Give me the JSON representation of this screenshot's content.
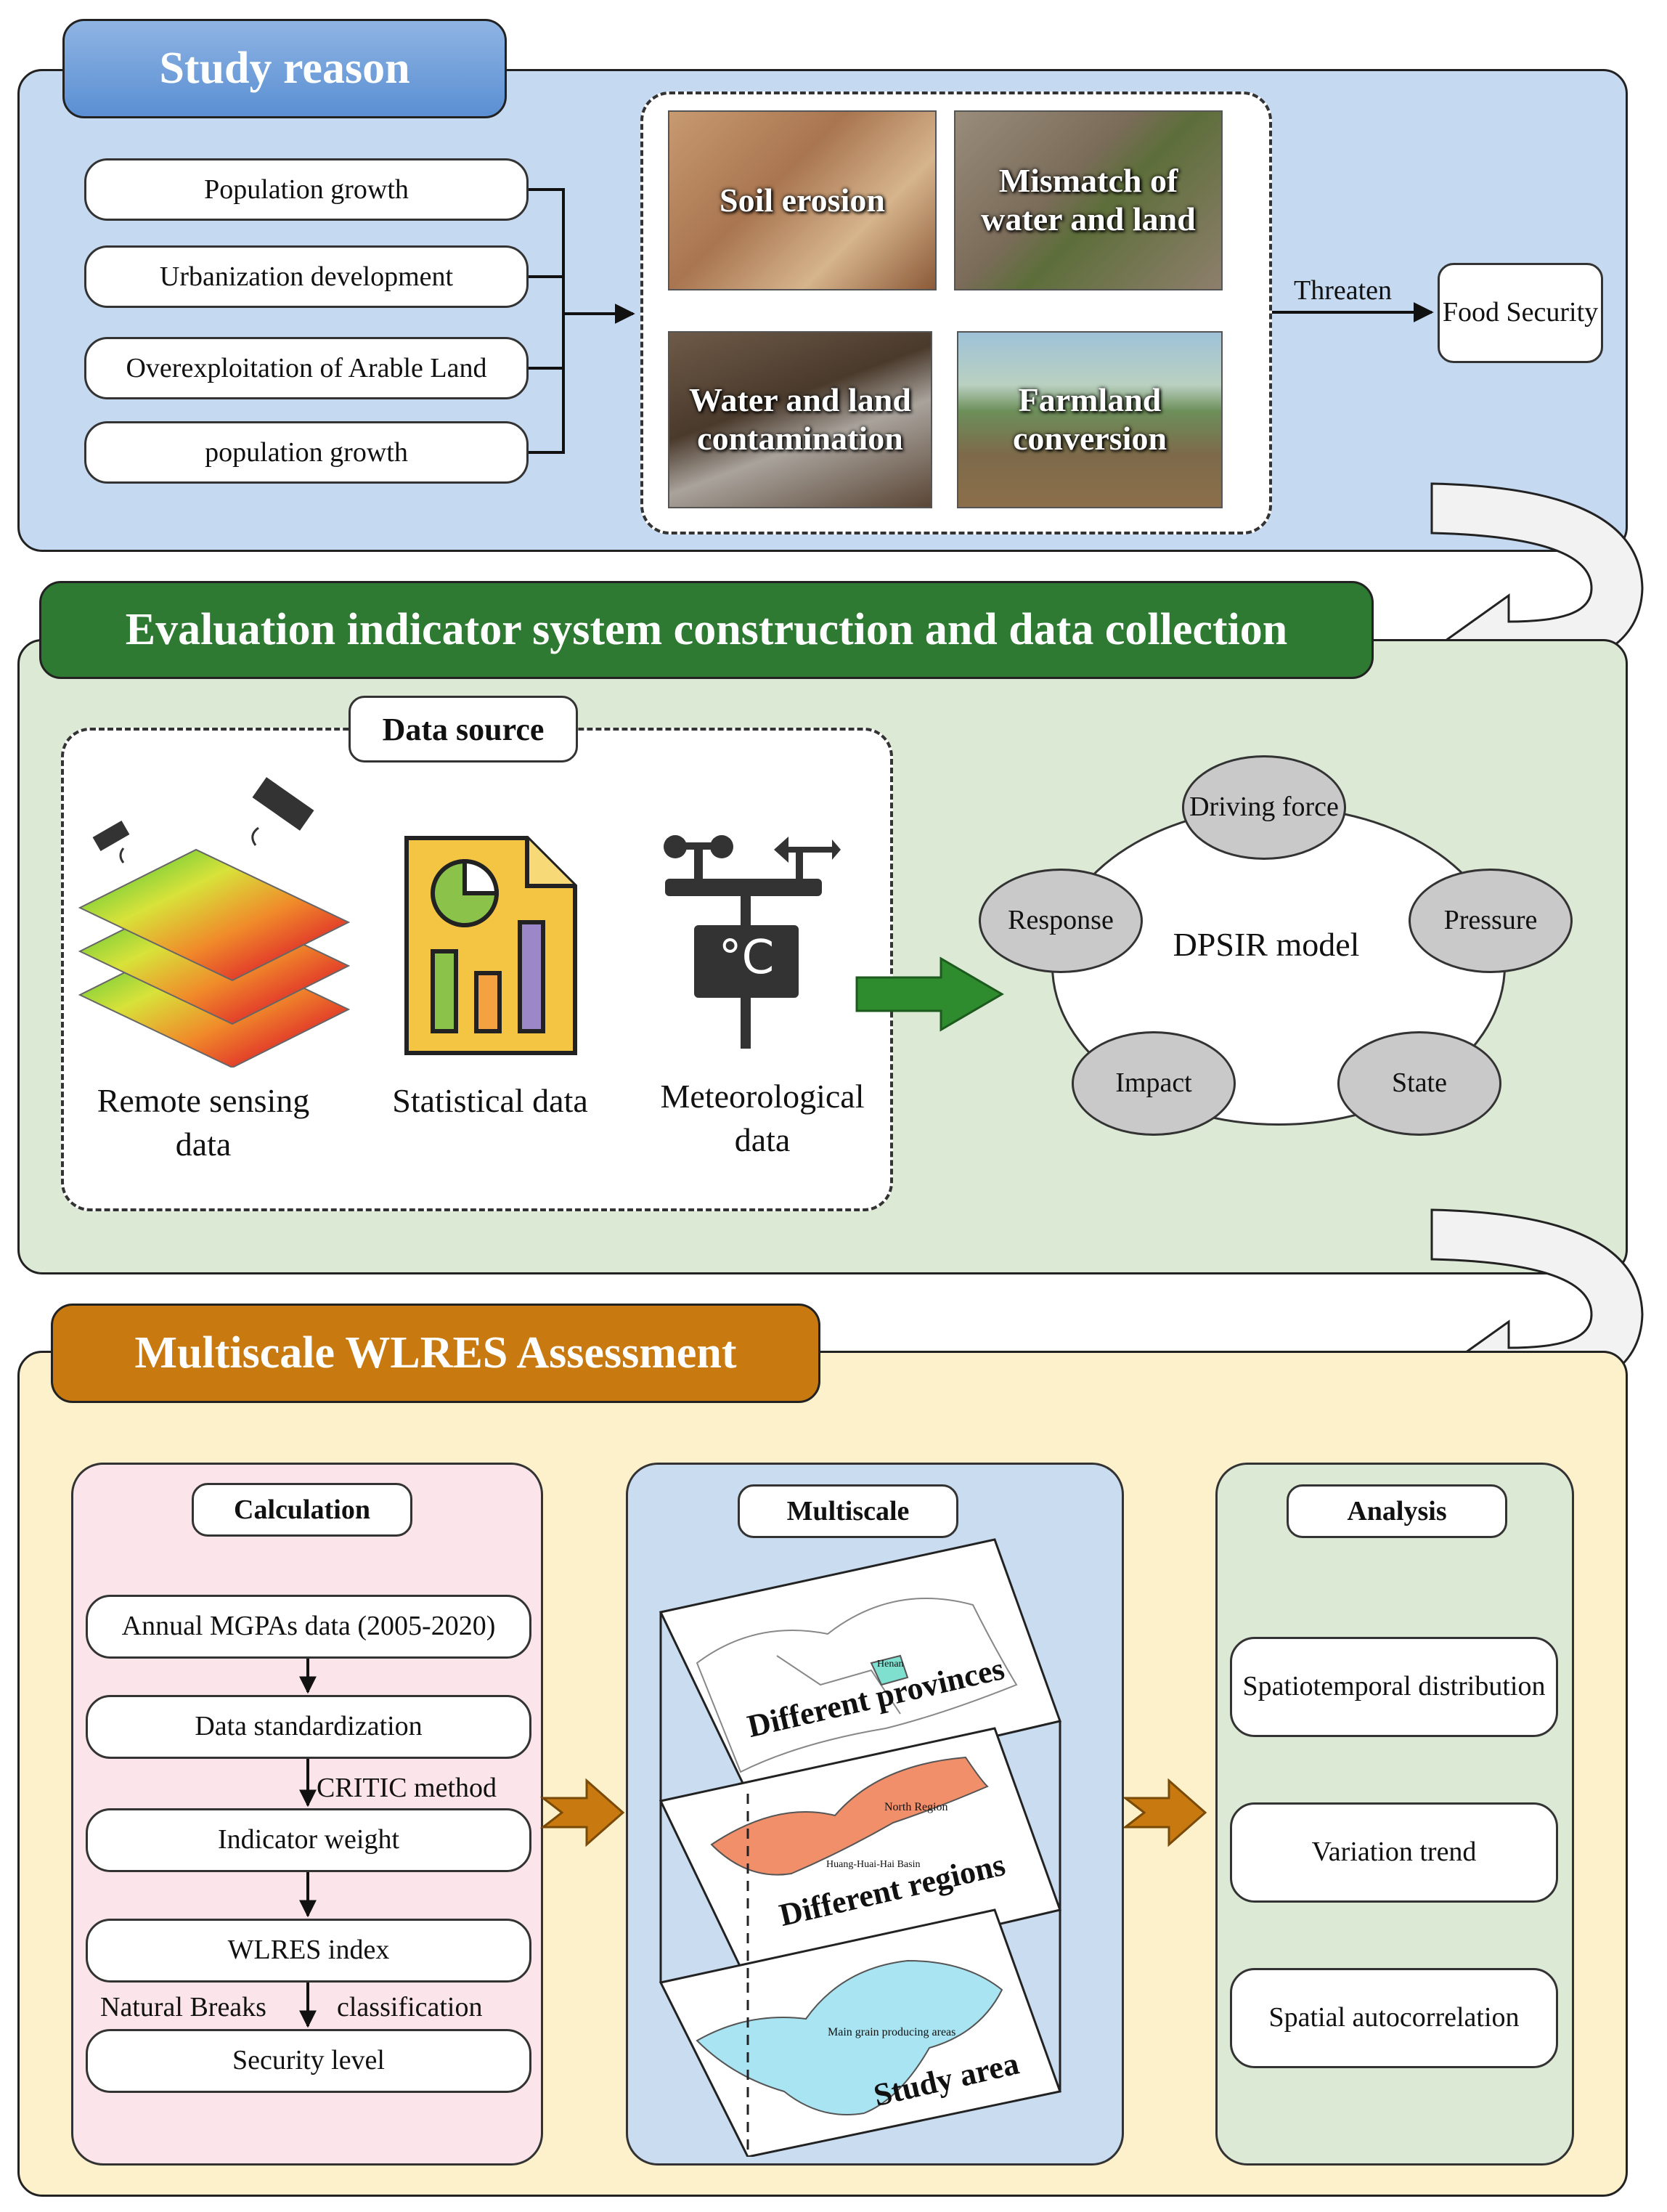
{
  "study_reason": {
    "title": "Study reason",
    "factors": [
      "Population growth",
      "Urbanization development",
      "Overexploitation of Arable Land",
      "population growth"
    ],
    "problems": [
      "Soil erosion",
      "Mismatch of water and land",
      "Water and land contamination",
      "Farmland conversion"
    ],
    "threaten_label": "Threaten",
    "food_security": "Food Security"
  },
  "evaluation": {
    "title": "Evaluation indicator system construction and data collection",
    "data_source_title": "Data source",
    "sources": [
      {
        "label": "Remote sensing data",
        "icon": "satellite-layers-icon"
      },
      {
        "label": "Statistical data",
        "icon": "statistics-document-icon"
      },
      {
        "label": "Meteorological data",
        "icon": "weather-station-icon"
      }
    ],
    "dpsir": {
      "center": "DPSIR model",
      "nodes": [
        "Driving force",
        "Pressure",
        "State",
        "Impact",
        "Response"
      ]
    }
  },
  "assessment": {
    "title": "Multiscale WLRES Assessment",
    "calculation": {
      "title": "Calculation",
      "steps": [
        "Annual MGPAs data (2005-2020)",
        "Data standardization",
        "Indicator weight",
        "WLRES index",
        "Security level"
      ],
      "arrow_labels": {
        "critic": "CRITIC method",
        "natural_breaks": "Natural Breaks",
        "classification": "classification"
      }
    },
    "multiscale": {
      "title": "Multiscale",
      "layers": [
        "Different provinces",
        "Different regions",
        "Study area"
      ],
      "map_labels": [
        "Henan",
        "North Region",
        "Huang-Huai-Hai Basin",
        "Main grain producing areas"
      ]
    },
    "analysis": {
      "title": "Analysis",
      "items": [
        "Spatiotemporal distribution",
        "Variation trend",
        "Spatial autocorrelation"
      ]
    }
  },
  "colors": {
    "section1_bg": "#c5d9f1",
    "section2_bg": "#dce9d5",
    "section3_bg": "#fdf1cc",
    "header1": "#5a8fd3",
    "header2": "#2e7a32",
    "header3": "#c87a10",
    "calc_bg": "#fbe5ea",
    "multi_bg": "#c9dcf0",
    "analysis_bg": "#dce9d5"
  }
}
